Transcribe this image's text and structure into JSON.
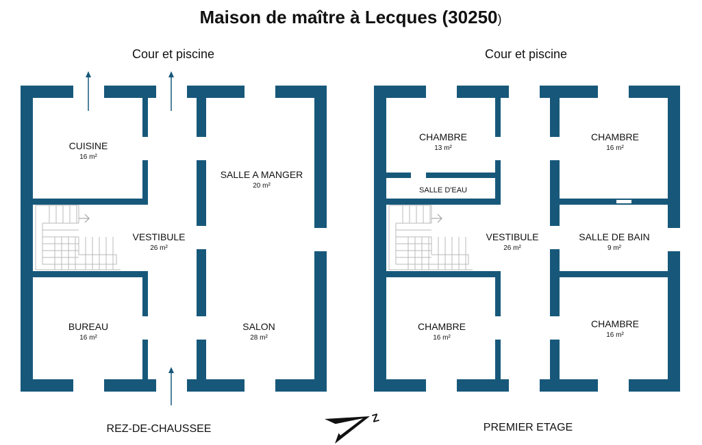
{
  "title": {
    "main": "Maison de maître à Lecques (30250",
    "paren": ")"
  },
  "colors": {
    "wall": "#17587a",
    "window_fill": "#ffffff",
    "stairs": "#b8b8b8",
    "arrow": "#17587a",
    "text": "#111111"
  },
  "ground_floor": {
    "caption_top": "Cour et piscine",
    "floor_label": "REZ-DE-CHAUSSEE",
    "rooms": {
      "cuisine": {
        "name": "CUISINE",
        "area": "16 m²"
      },
      "vestibule": {
        "name": "VESTIBULE",
        "area": "26 m²"
      },
      "bureau": {
        "name": "BUREAU",
        "area": "16 m²"
      },
      "salle_manger": {
        "name": "SALLE A MANGER",
        "area": "20 m²"
      },
      "salon": {
        "name": "SALON",
        "area": "28 m²"
      }
    }
  },
  "first_floor": {
    "caption_top": "Cour et piscine",
    "floor_label": "PREMIER ETAGE",
    "rooms": {
      "chambre_1": {
        "name": "CHAMBRE",
        "area": "13 m²"
      },
      "salle_eau": {
        "name": "SALLE D'EAU"
      },
      "vestibule": {
        "name": "VESTIBULE",
        "area": "26 m²"
      },
      "chambre_3": {
        "name": "CHAMBRE",
        "area": "16 m²"
      },
      "chambre_2": {
        "name": "CHAMBRE",
        "area": "16 m²"
      },
      "salle_bain": {
        "name": "SALLE DE BAIN",
        "area": "9 m²"
      },
      "chambre_4": {
        "name": "CHAMBRE",
        "area": "16 m²"
      }
    }
  },
  "compass": {
    "letter": "Z",
    "icon": "north-arrow-icon"
  }
}
